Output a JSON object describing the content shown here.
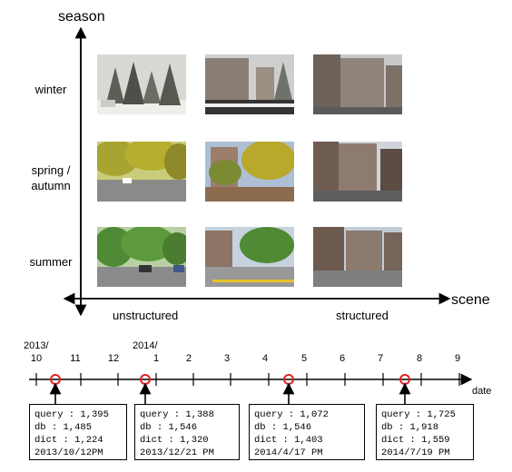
{
  "diagram": {
    "y_axis_title": "season",
    "x_axis_title": "scene",
    "seasons": [
      "winter",
      "spring /\nautumn",
      "summer"
    ],
    "scene_labels": {
      "left": "unstructured",
      "right": "structured"
    },
    "photos": [
      {
        "row": "winter",
        "col": "unstructured",
        "icon": "snowy-trees-photo"
      },
      {
        "row": "winter",
        "col": "middle",
        "icon": "snowy-building-street-photo"
      },
      {
        "row": "winter",
        "col": "structured",
        "icon": "building-corridor-photo"
      },
      {
        "row": "spring-autumn",
        "col": "unstructured",
        "icon": "yellow-trees-road-photo"
      },
      {
        "row": "spring-autumn",
        "col": "middle",
        "icon": "autumn-plaza-photo"
      },
      {
        "row": "spring-autumn",
        "col": "structured",
        "icon": "building-street-photo"
      },
      {
        "row": "summer",
        "col": "unstructured",
        "icon": "green-trees-parking-photo"
      },
      {
        "row": "summer",
        "col": "middle",
        "icon": "summer-plaza-photo"
      },
      {
        "row": "summer",
        "col": "structured",
        "icon": "summer-building-street-photo"
      }
    ]
  },
  "timeline": {
    "axis_label": "date",
    "year_labels": [
      "2013/",
      "2014/"
    ],
    "month_labels": [
      "10",
      "11",
      "12",
      "1",
      "2",
      "3",
      "4",
      "5",
      "6",
      "7",
      "8",
      "9"
    ],
    "markers": [
      {
        "query": "query : 1,395",
        "db": "db : 1,485",
        "dict": "dict : 1,224",
        "date": "2013/10/12PM"
      },
      {
        "query": "query : 1,388",
        "db": "db : 1,546",
        "dict": "dict : 1,320",
        "date": "2013/12/21 PM"
      },
      {
        "query": "query : 1,072",
        "db": "db : 1,546",
        "dict": "dict : 1,403",
        "date": "2014/4/17 PM"
      },
      {
        "query": "query : 1,725",
        "db": "db : 1,918",
        "dict": "dict : 1,559",
        "date": "2014/7/19 PM"
      }
    ],
    "colors": {
      "marker": "#e02020",
      "axis": "#000000"
    }
  }
}
